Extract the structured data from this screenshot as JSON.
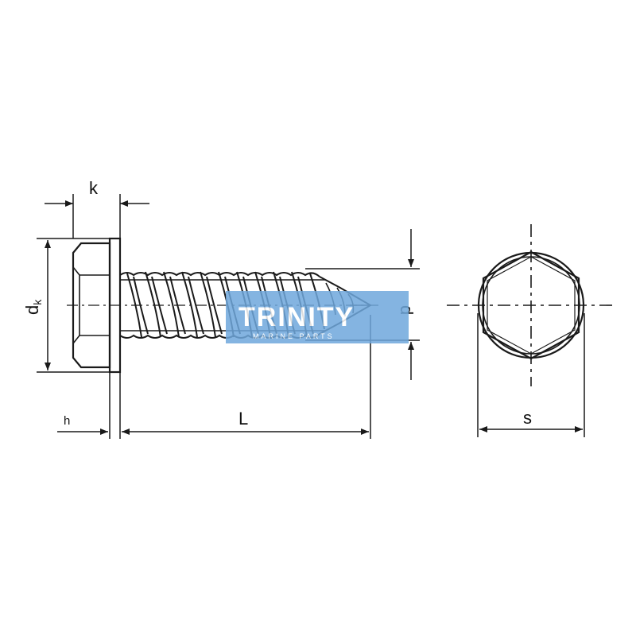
{
  "labels": {
    "k": "k",
    "dk_main": "d",
    "dk_sub": "k",
    "d": "d",
    "h": "h",
    "L": "L",
    "s": "s"
  },
  "watermark": {
    "brand": "TRINITY",
    "tagline": "MARINE PARTS",
    "color": "#6fa8dc"
  },
  "colors": {
    "line": "#1a1a1a",
    "background": "#ffffff"
  }
}
